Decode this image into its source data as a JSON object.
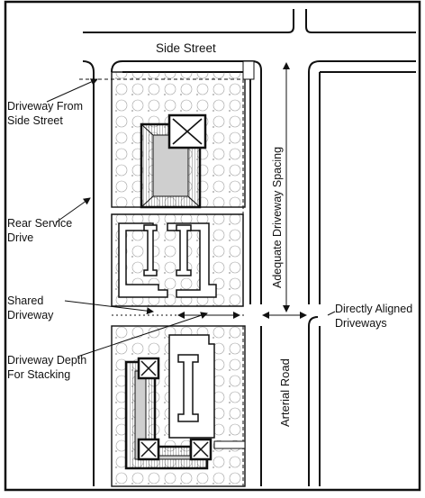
{
  "labels": {
    "side_street": "Side Street",
    "driveway_from_side_street_line1": "Driveway From",
    "driveway_from_side_street_line2": "Side Street",
    "rear_service_drive_line1": "Rear Service",
    "rear_service_drive_line2": "Drive",
    "shared_driveway_line1": "Shared",
    "shared_driveway_line2": "Driveway",
    "driveway_depth_line1": "Driveway Depth",
    "driveway_depth_line2": "For Stacking",
    "adequate_driveway_spacing": "Adequate Driveway Spacing",
    "directly_aligned_line1": "Directly Aligned",
    "directly_aligned_line2": "Driveways",
    "arterial_road": "Arterial Road"
  },
  "colors": {
    "ink": "#111111",
    "building_fill": "#cfcfcf",
    "landscape_stroke": "#9a9a9a",
    "background": "#ffffff"
  }
}
